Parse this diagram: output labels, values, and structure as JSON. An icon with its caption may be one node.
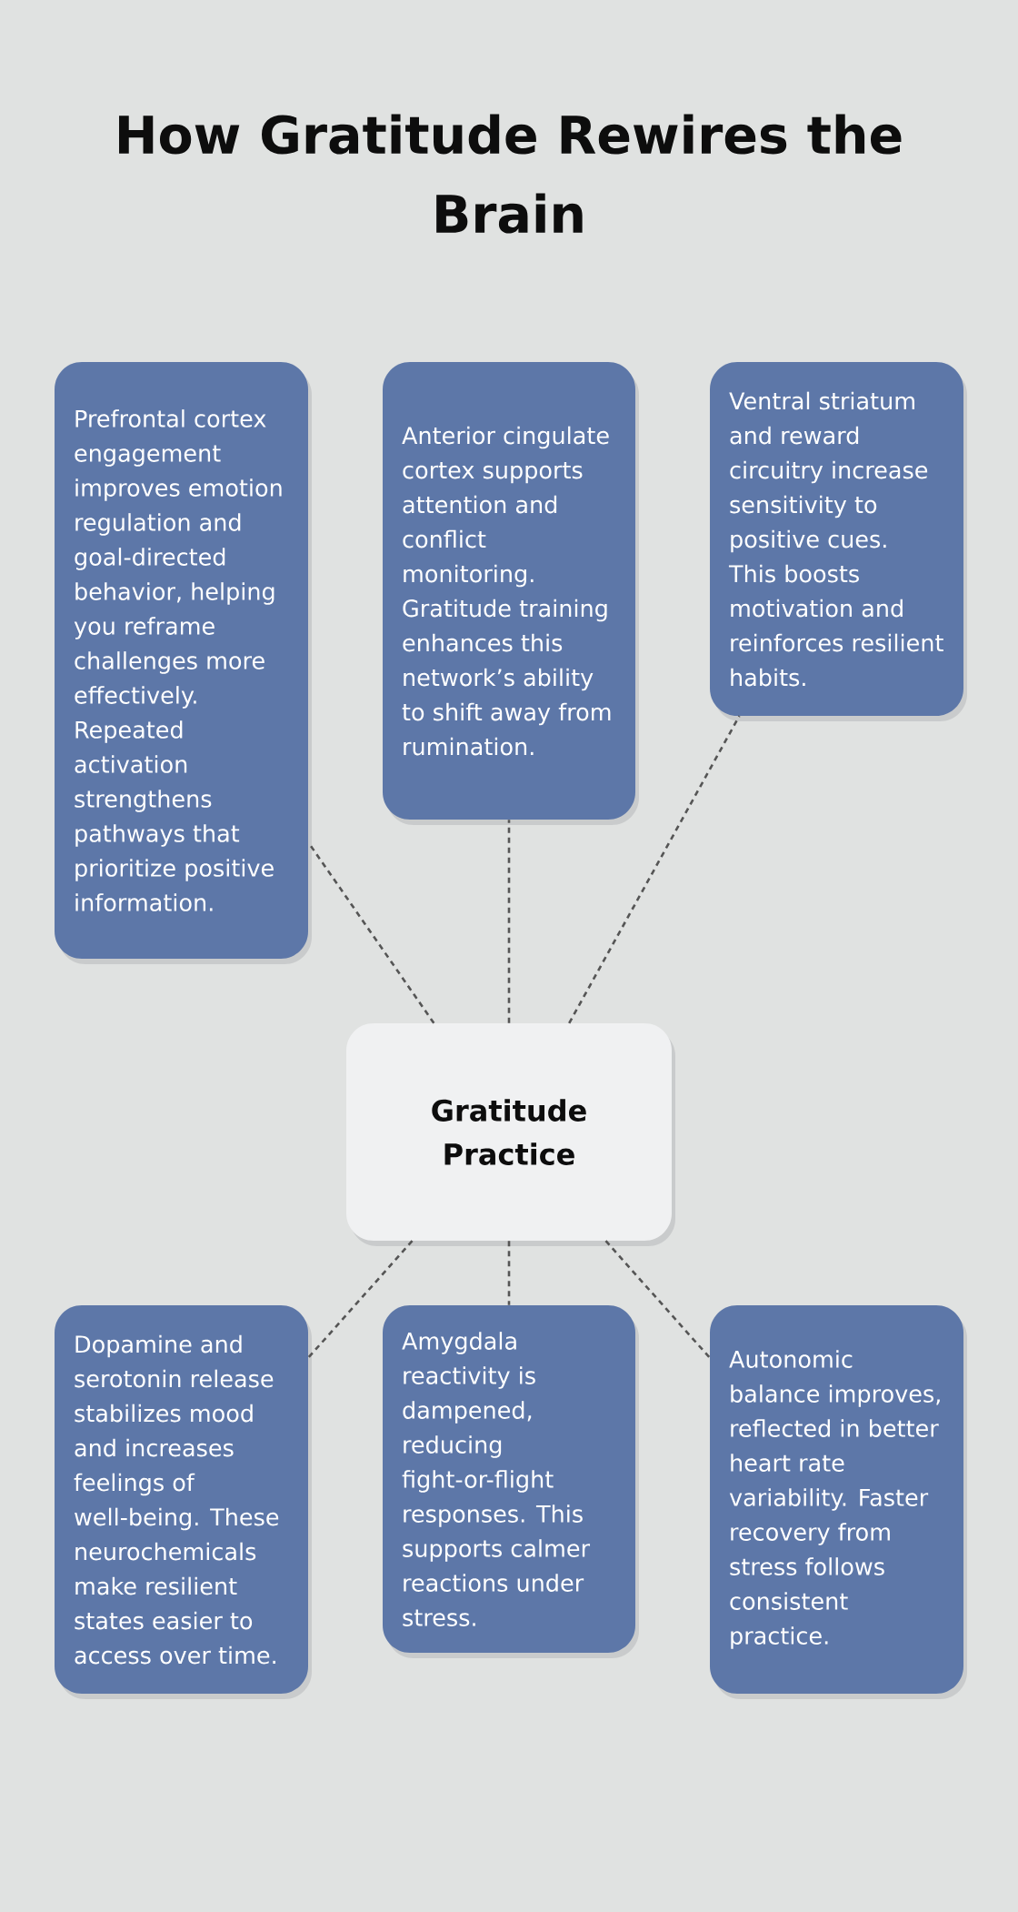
{
  "diagram": {
    "title": "How Gratitude Rewires the Brain",
    "nodes": [
      {
        "text": [
          "Prefrontal cortex engagement improves emotion regulation and goal-directed behavior, helping you reframe challenges more effectively. Repeated activation strengthens pathways that prioritize positive information."
        ]
      },
      {
        "text": [
          "Anterior cingulate cortex supports attention and conflict monitoring. Gratitude training enhances this network’s ability to shift away from rumination."
        ]
      },
      {
        "text": [
          "Ventral striatum and reward circuitry increase sensitivity to positive cues. This boosts motivation and reinforces resilient habits."
        ]
      },
      {
        "text": [
          "Gratitude Practice"
        ]
      },
      {
        "text": [
          "Dopamine and serotonin release stabilizes mood and increases feelings of well-being. These neurochemicals make resilient states easier to access over time."
        ]
      },
      {
        "text": [
          "Amygdala reactivity is dampened, reducing fight-or-flight responses. This supports calmer reactions under stress."
        ]
      },
      {
        "text": [
          "Autonomic balance improves, reflected in better heart rate variability. Faster recovery from stress follows consistent practice."
        ]
      }
    ],
    "edges": [
      {
        "from": 3,
        "to": 0,
        "arrow": "none",
        "style": "dashed"
      },
      {
        "from": 3,
        "to": 1,
        "arrow": "none",
        "style": "dashed"
      },
      {
        "from": 3,
        "to": 2,
        "arrow": "none",
        "style": "dashed"
      },
      {
        "from": 3,
        "to": 4,
        "arrow": "none",
        "style": "dashed"
      },
      {
        "from": 3,
        "to": 5,
        "arrow": "none",
        "style": "dashed"
      },
      {
        "from": 3,
        "to": 6,
        "arrow": "none",
        "style": "dashed"
      }
    ]
  }
}
